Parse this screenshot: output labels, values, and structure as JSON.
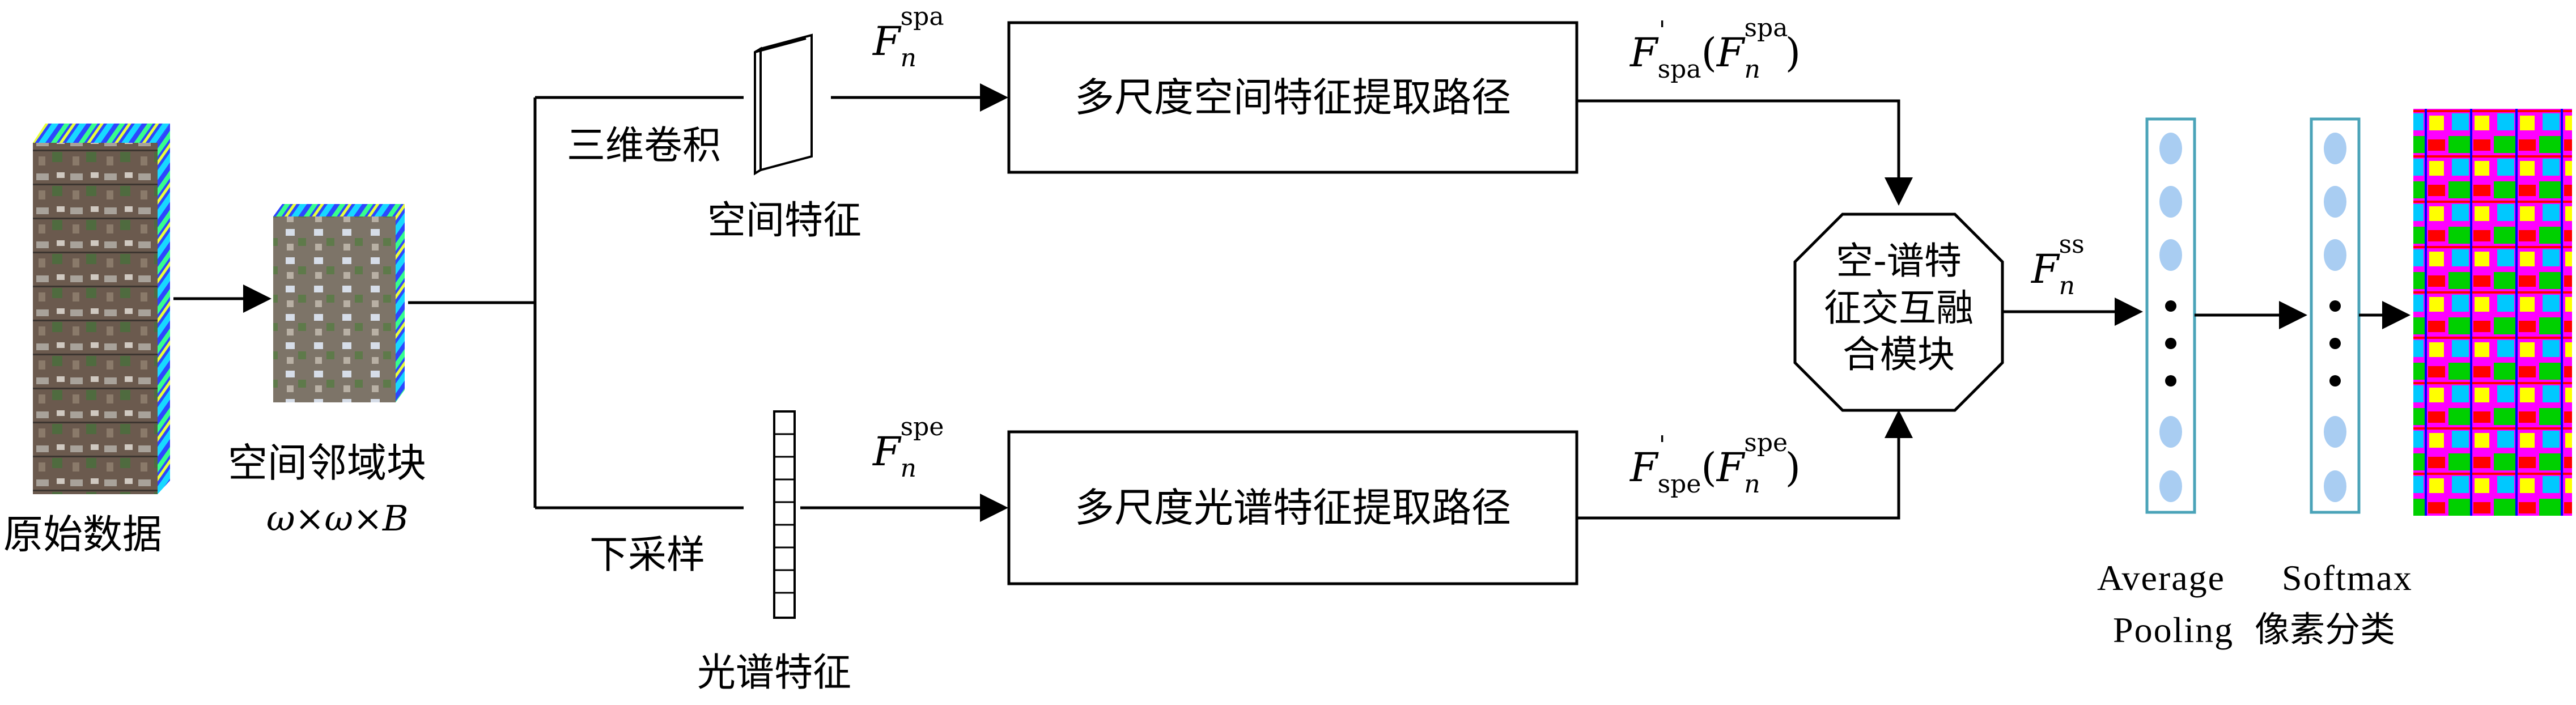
{
  "labels": {
    "raw_data": "原始数据",
    "neighborhood_block": "空间邻域块",
    "block_size_omega1": "ω",
    "block_size_times1": "×",
    "block_size_omega2": "ω",
    "block_size_times2": "×",
    "block_size_b": "B",
    "conv3d": "三维卷积",
    "spatial_feature": "空间特征",
    "downsample": "下采样",
    "spectral_feature": "光谱特征",
    "spatial_path": "多尺度空间特征提取路径",
    "spectral_path": "多尺度光谱特征提取路径",
    "fusion_line1": "空-谱特",
    "fusion_line2": "征交互融",
    "fusion_line3": "合模块",
    "avg_pool_1": "Average",
    "avg_pool_2": "Pooling",
    "softmax_1": "Softmax",
    "softmax_2": "像素分类"
  },
  "math": {
    "F": "F",
    "n": "n",
    "spa": "spa",
    "spe": "spe",
    "ss": "ss",
    "prime_spa": "spa",
    "prime_spe": "spe",
    "prime": "'",
    "lparen": "(",
    "rparen": ")"
  },
  "colors": {
    "line": "#000000",
    "layer_border": "#4aa3b8",
    "neuron_fill": "#a9cdf2",
    "neuron_dot": "#000000"
  },
  "icons": {
    "raw_cube": "hyperspectral-cube-icon",
    "patch_cube": "patch-cube-icon",
    "spatial_map": "feature-map-stack-icon",
    "spectral_vector": "spectral-vector-icon",
    "classified_map": "classification-map-icon"
  }
}
